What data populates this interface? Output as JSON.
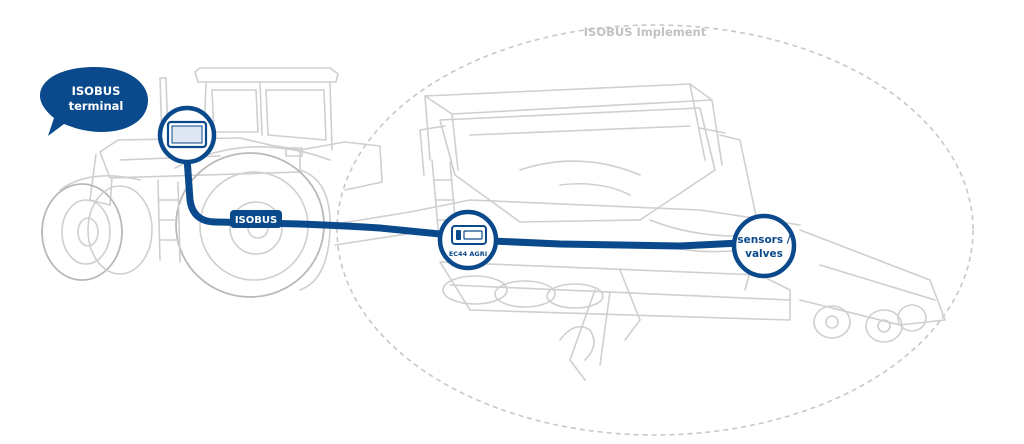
{
  "implement_zone": {
    "label": "ISOBUS Implement"
  },
  "terminal_callout": {
    "line1": "ISOBUS",
    "line2": "terminal"
  },
  "bus_label": "ISOBUS",
  "ecu_node": {
    "label": "EC44 AGRI"
  },
  "sensor_node": {
    "line1": "sensors /",
    "line2": "valves"
  },
  "colors": {
    "accent": "#0a4a8c",
    "outline": "#cfcfcf",
    "zone_border": "#c8c8c8"
  }
}
